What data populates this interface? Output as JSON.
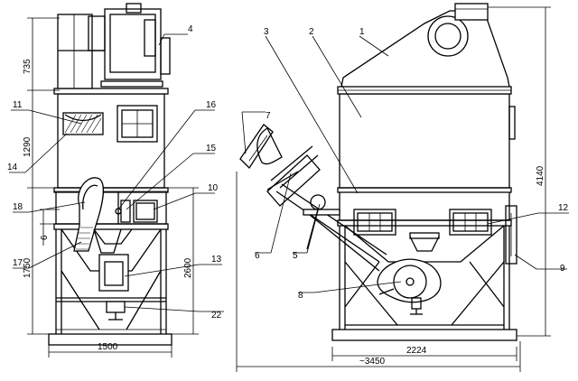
{
  "dimensions": {
    "left_width": "1500",
    "right_width": "2224",
    "overall_width": "~3450",
    "right_height": "4140",
    "h_735": "735",
    "h_1290": "1290",
    "h_2600": "2600",
    "h_1750": "1750",
    "h_6": "6"
  },
  "callouts": {
    "c1": "1",
    "c2": "2",
    "c3": "3",
    "c4": "4",
    "c5": "5",
    "c6": "6",
    "c7": "7",
    "c8": "8",
    "c9": "9",
    "c10": "10",
    "c11": "11",
    "c12": "12",
    "c13": "13",
    "c14": "14",
    "c15": "15",
    "c16": "16",
    "c17": "17",
    "c18": "18",
    "c22": "22"
  }
}
